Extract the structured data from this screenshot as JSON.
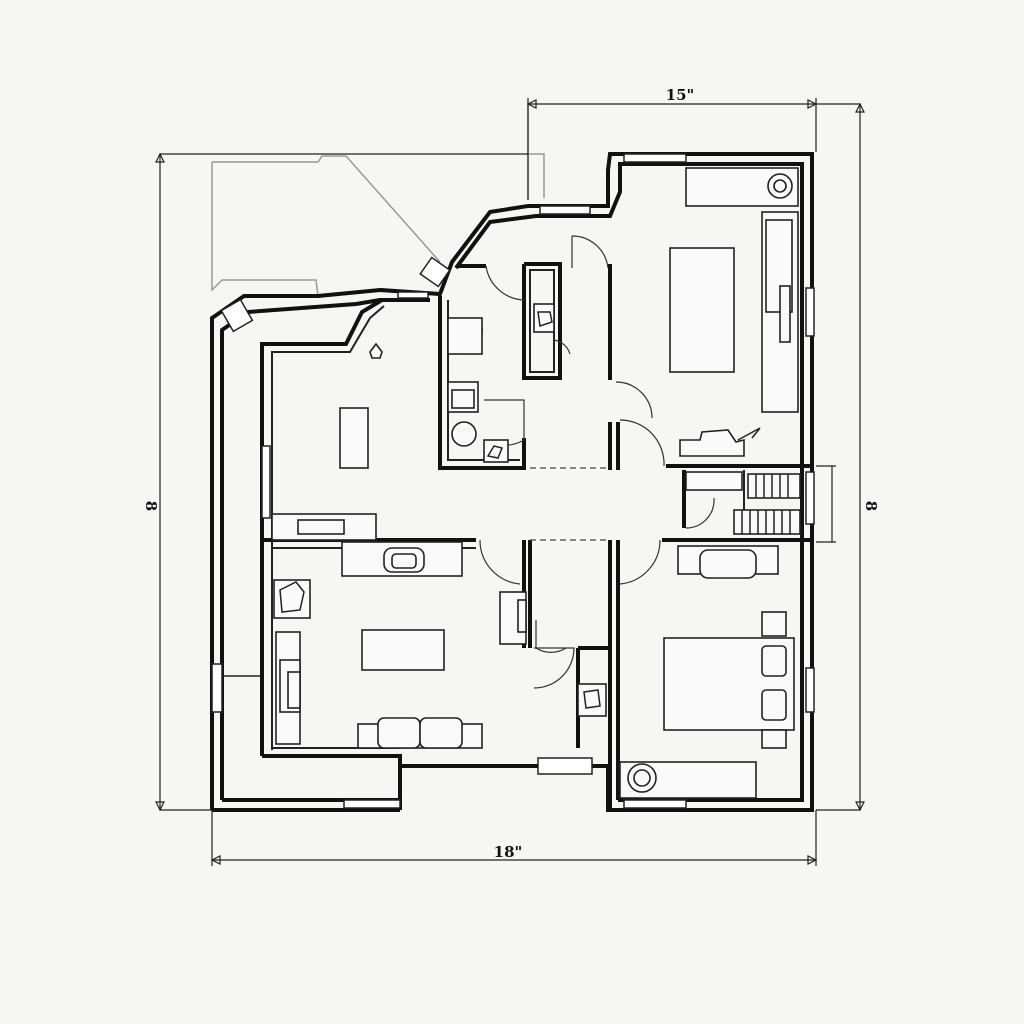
{
  "dimensions": {
    "top_width": "15\"",
    "bottom_width": "18\"",
    "left_height": "8",
    "right_height": "8"
  }
}
